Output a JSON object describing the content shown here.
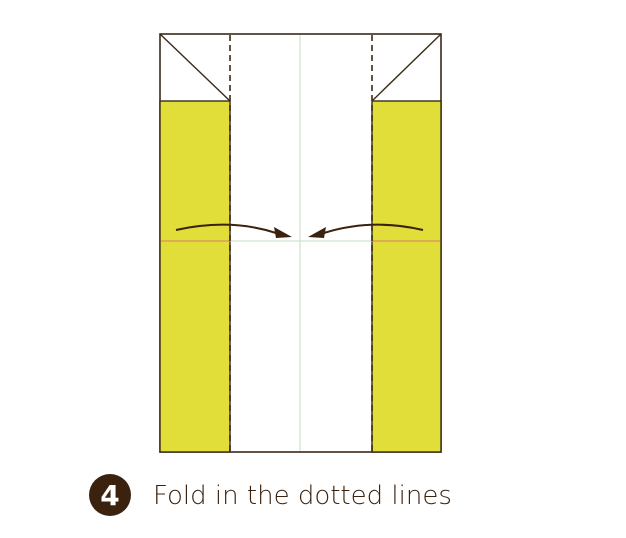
{
  "step": {
    "number": "4",
    "instruction": "Fold in the dotted lines"
  },
  "colors": {
    "paper_front": "#ffffff",
    "paper_back": "#e1de3a",
    "outline": "#3a2a18",
    "badge": "#3a220f",
    "badge_text": "#ffffff",
    "guide_line": "#c7dcc4",
    "center_crease": "#e07a6a",
    "arrow": "#3a220f",
    "caption": "#3a220f"
  },
  "icons": {
    "fold_arrow_left": "curved-arrow-right",
    "fold_arrow_right": "curved-arrow-left"
  }
}
